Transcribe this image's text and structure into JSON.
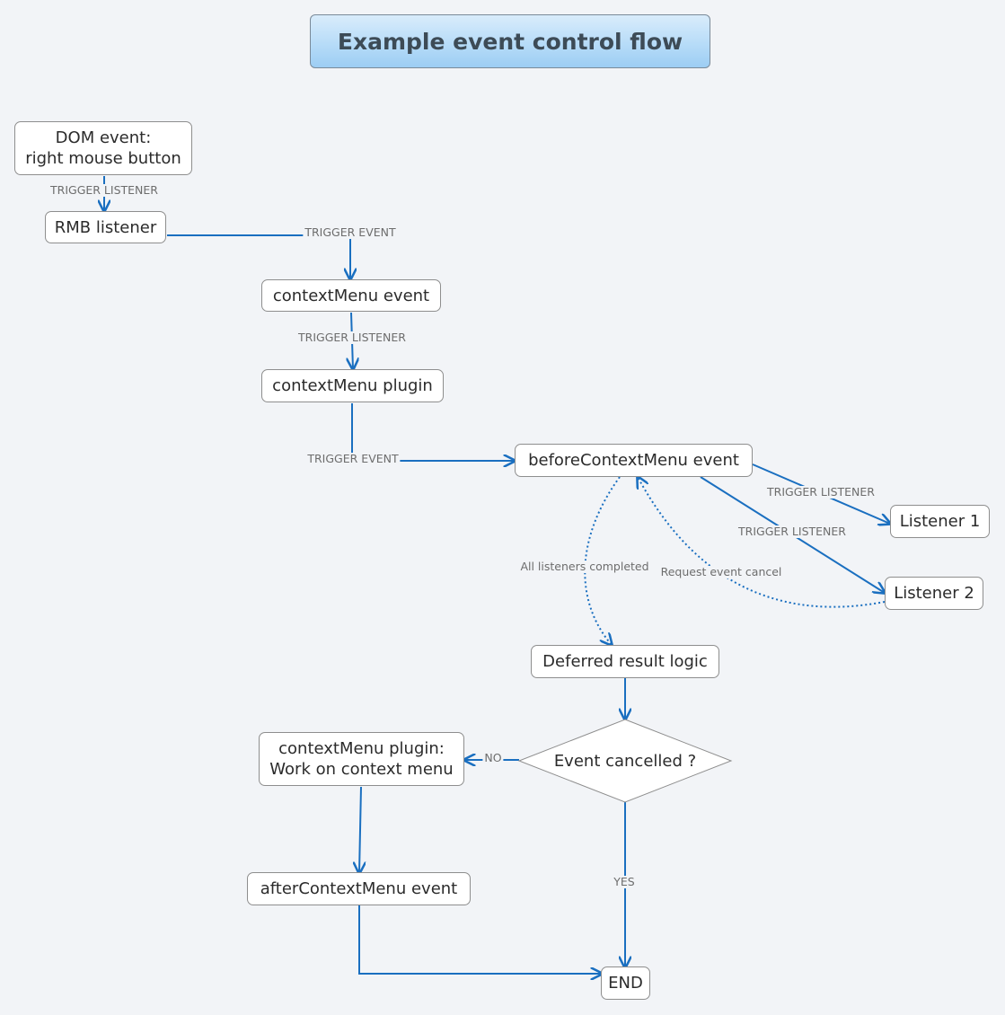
{
  "title": "Example event control flow",
  "nodes": {
    "dom_event": {
      "line1": "DOM event:",
      "line2": "right mouse button"
    },
    "rmb_listener": "RMB listener",
    "contextmenu_event": "contextMenu event",
    "contextmenu_plugin": "contextMenu plugin",
    "before_contextmenu_event": "beforeContextMenu event",
    "listener_1": "Listener 1",
    "listener_2": "Listener 2",
    "deferred_result_logic": "Deferred result logic",
    "event_cancelled": "Event cancelled ?",
    "plugin_work": {
      "line1": "contextMenu plugin:",
      "line2": "Work on context menu"
    },
    "after_contextmenu_event": "afterContextMenu event",
    "end": "END"
  },
  "edge_labels": {
    "dom_to_rmb": "TRIGGER LISTENER",
    "rmb_to_contextmenu_event": "TRIGGER EVENT",
    "contextmenu_event_to_plugin": "TRIGGER LISTENER",
    "plugin_to_before_event": "TRIGGER EVENT",
    "before_to_listener1": "TRIGGER LISTENER",
    "before_to_listener2": "TRIGGER LISTENER",
    "all_listeners_completed": "All listeners completed",
    "request_event_cancel": "Request event cancel",
    "decision_no": "NO",
    "decision_yes": "YES"
  },
  "colors": {
    "edge": "#1a6fc0",
    "node_border": "#8e8e8e",
    "background": "#f2f4f7"
  }
}
